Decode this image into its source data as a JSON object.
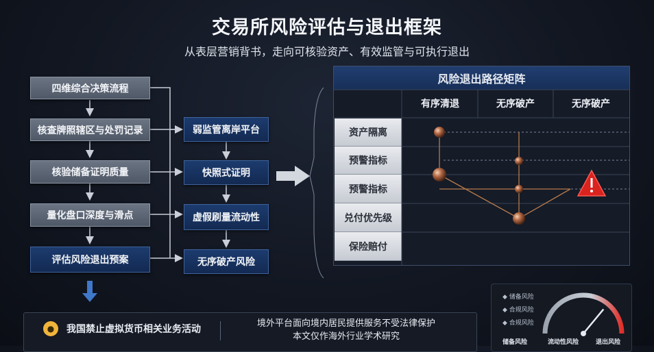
{
  "title": "交易所风险评估与退出框架",
  "subtitle": "从表层营销背书，走向可核验资产、有效监管与可执行退出",
  "left_flow": [
    "四维综合决策流程",
    "核查牌照辖区与处罚记录",
    "核验储备证明质量",
    "量化盘口深度与滑点",
    "评估风险退出预案"
  ],
  "right_flow": [
    "弱监管离岸平台",
    "快照式证明",
    "虚假刷量流动性",
    "无序破产风险"
  ],
  "matrix": {
    "title": "风险退出路径矩阵",
    "columns": [
      "有序清退",
      "无序破产",
      "无序破产"
    ],
    "rows": [
      "资产隔离",
      "预警指标",
      "预警指标",
      "兑付优先级",
      "保险赔付"
    ]
  },
  "notice": {
    "left_text": "我国禁止虚拟货币相关业务活动",
    "right_line1": "境外平台面向境内居民提供服务不受法律保护",
    "right_line2": "本文仅作海外行业学术研究"
  },
  "gauge": {
    "items": [
      "储备风险",
      "合规风险",
      "合规风险"
    ],
    "labels": [
      "储备风险",
      "流动性风险",
      "退出风险"
    ],
    "level": 0.72,
    "colors": {
      "low": "#9aa3ae",
      "high": "#e0302a"
    }
  }
}
